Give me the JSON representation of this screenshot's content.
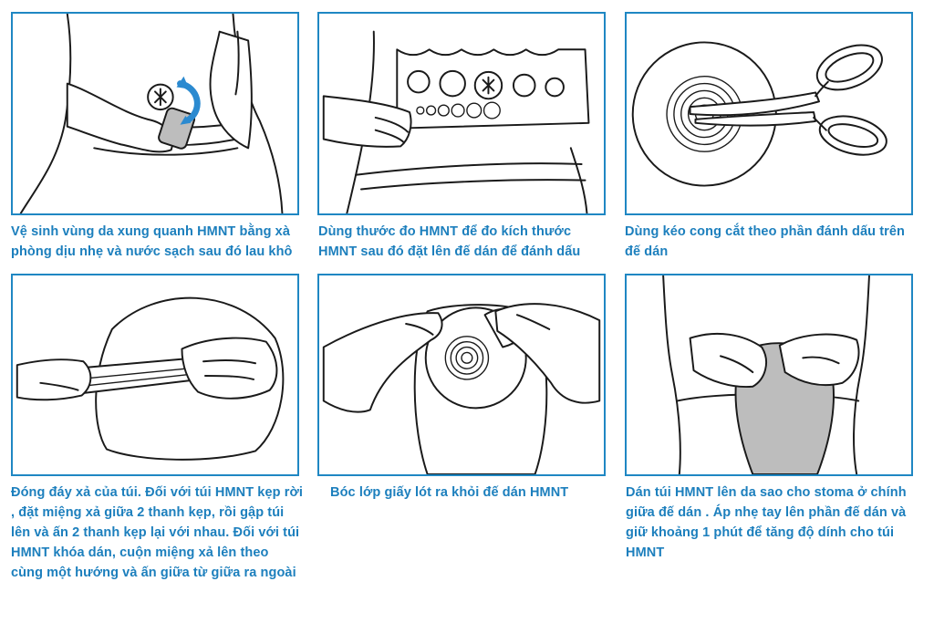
{
  "colors": {
    "border": "#1f87c3",
    "caption": "#1c7fbd",
    "pouch_fill": "#bdbdbd"
  },
  "steps": [
    {
      "caption": "Vệ sinh vùng da xung quanh HMNT bằng xà phòng dịu nhẹ và nước sạch sau đó lau khô",
      "icon": "clean-skin-icon"
    },
    {
      "caption": "Dùng thước đo HMNT để đo kích thước HMNT sau đó đặt lên đế dán để đánh dấu",
      "icon": "measuring-guide-icon"
    },
    {
      "caption": "Dùng kéo cong cắt theo phần đánh dấu trên đế dán",
      "icon": "scissors-icon"
    },
    {
      "caption": "Đóng đáy xả của túi. Đối với túi HMNT kẹp rời , đặt miệng xả giữa 2 thanh kẹp, rồi gập túi lên và ấn 2 thanh kẹp lại với nhau. Đối với túi HMNT khóa dán, cuộn miệng xả lên theo cùng một hướng và ấn giữa từ giữa ra ngoài",
      "icon": "closing-pouch-icon"
    },
    {
      "caption": "Bóc lớp giấy lót ra khỏi đế dán HMNT",
      "icon": "peel-backing-icon"
    },
    {
      "caption": "Dán túi HMNT lên da sao cho stoma ở chính giữa đế dán . Áp nhẹ tay lên phần đế dán và giữ khoảng 1 phút để tăng độ dính cho túi HMNT",
      "icon": "apply-pouch-icon"
    }
  ]
}
